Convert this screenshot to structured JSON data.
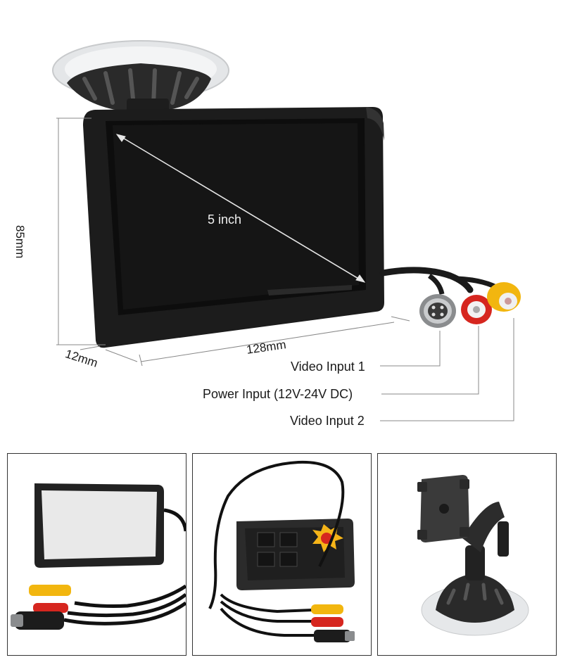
{
  "product_diagram": {
    "diagonal_label": "5 inch",
    "height_label": "85mm",
    "width_label": "128mm",
    "depth_label": "12mm",
    "connectors": [
      {
        "label": "Video Input 1"
      },
      {
        "label": "Power Input (12V-24V DC)"
      },
      {
        "label": "Video Input 2"
      }
    ]
  },
  "colors": {
    "monitor_body": "#1c1c1c",
    "screen": "#0d0d0d",
    "rca_yellow": "#f2b60f",
    "rca_red": "#d6261f",
    "dimension_lines": "#888888"
  }
}
